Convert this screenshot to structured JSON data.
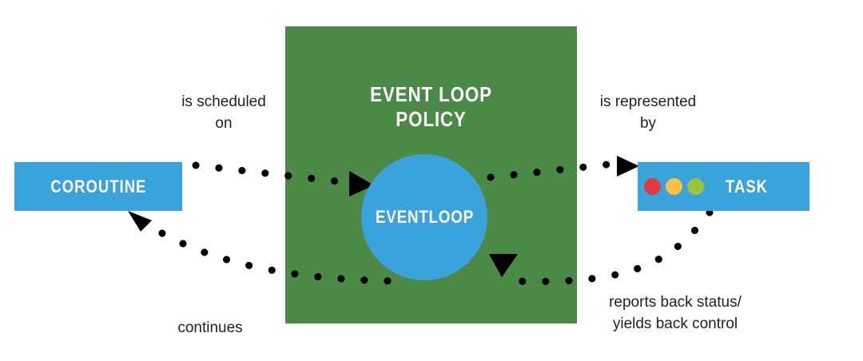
{
  "diagram": {
    "title": "asyncio event loop policy diagram",
    "colors": {
      "blue": "#3aa3dc",
      "green": "#4a8a46",
      "text": "#231f20",
      "white": "#ffffff",
      "dot_red": "#e03a3e",
      "dot_amber": "#f6c145",
      "dot_green": "#9ac43f",
      "arrow": "#000000"
    },
    "nodes": {
      "coroutine": {
        "label": "COROUTINE"
      },
      "policy": {
        "label": "EVENT LOOP\nPOLICY"
      },
      "eventloop": {
        "label": "EVENTLOOP"
      },
      "task": {
        "label": "TASK",
        "status_dots": [
          {
            "name": "status-dot-red",
            "color": "#e03a3e"
          },
          {
            "name": "status-dot-amber",
            "color": "#f6c145"
          },
          {
            "name": "status-dot-green",
            "color": "#9ac43f"
          }
        ]
      }
    },
    "edges": [
      {
        "id": "coroutine-to-eventloop",
        "caption": "is scheduled\non",
        "from": "COROUTINE",
        "to": "EVENTLOOP",
        "style": "dotted",
        "arrowhead": "right"
      },
      {
        "id": "eventloop-to-task",
        "caption": "is represented\nby",
        "from": "EVENTLOOP",
        "to": "TASK",
        "style": "dotted",
        "arrowhead": "right"
      },
      {
        "id": "task-to-eventloop",
        "caption": "reports back status/\nyields back control",
        "from": "TASK",
        "to": "EVENTLOOP",
        "style": "dotted",
        "arrowhead": "left-down"
      },
      {
        "id": "eventloop-to-coroutine",
        "caption": "continues",
        "from": "EVENTLOOP",
        "to": "COROUTINE",
        "style": "dotted",
        "arrowhead": "up-left"
      }
    ]
  }
}
